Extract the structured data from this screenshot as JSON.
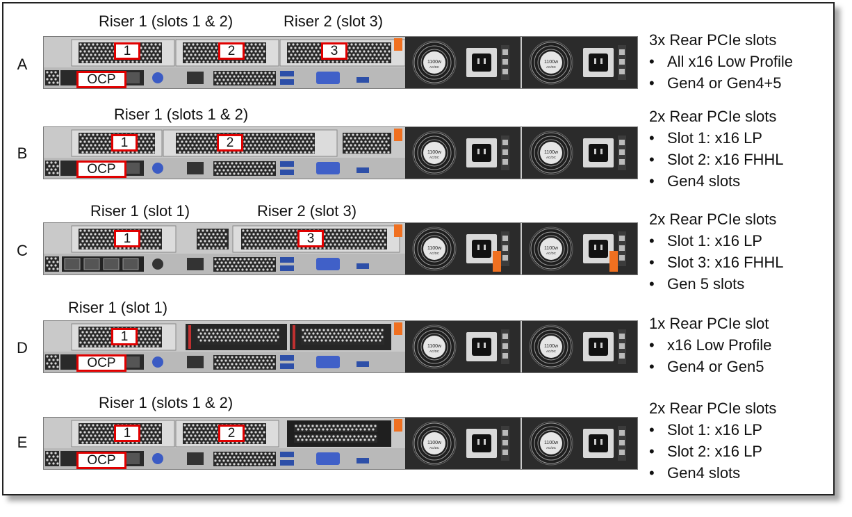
{
  "rows": [
    {
      "letter": "A",
      "risers": [
        "Riser 1 (slots 1 & 2)",
        "Riser 2 (slot 3)"
      ],
      "slots": [
        "1",
        "2",
        "3"
      ],
      "ocp": "OCP",
      "desc": {
        "head": "3x Rear PCIe slots",
        "items": [
          "All x16 Low Profile",
          "Gen4 or Gen4+5"
        ]
      }
    },
    {
      "letter": "B",
      "risers": [
        "Riser 1 (slots 1 & 2)"
      ],
      "slots": [
        "1",
        "2"
      ],
      "ocp": "OCP",
      "desc": {
        "head": "2x Rear PCIe slots",
        "items": [
          "Slot 1: x16 LP",
          "Slot 2: x16 FHHL",
          "Gen4 slots"
        ]
      }
    },
    {
      "letter": "C",
      "risers": [
        "Riser 1 (slot 1)",
        "Riser 2 (slot 3)"
      ],
      "slots": [
        "1",
        "3"
      ],
      "desc": {
        "head": "2x Rear PCIe slots",
        "items": [
          "Slot 1: x16 LP",
          "Slot 3: x16 FHHL",
          "Gen 5 slots"
        ]
      }
    },
    {
      "letter": "D",
      "risers": [
        "Riser 1 (slot 1)"
      ],
      "slots": [
        "1"
      ],
      "ocp": "OCP",
      "desc": {
        "head": "1x Rear PCIe slot",
        "items": [
          "x16 Low Profile",
          "Gen4 or Gen5"
        ]
      }
    },
    {
      "letter": "E",
      "risers": [
        "Riser 1 (slots 1 & 2)"
      ],
      "slots": [
        "1",
        "2"
      ],
      "ocp": "OCP",
      "desc": {
        "head": "2x Rear PCIe slots",
        "items": [
          "Slot 1: x16 LP",
          "Slot 2: x16 LP",
          "Gen4 slots"
        ]
      }
    }
  ],
  "bullet_char": "•",
  "psu_label": "1100w",
  "psu_sub": "AC/DC",
  "icons": [
    "fan-grille-icon",
    "power-inlet-icon",
    "vga-port-icon",
    "usb-port-icon",
    "rj45-port-icon",
    "screw-icon"
  ],
  "colors": {
    "highlight": "#e00000",
    "chassis": "#c9c9c9",
    "bezel": "#1a1a1a",
    "latch": "#f07020"
  }
}
